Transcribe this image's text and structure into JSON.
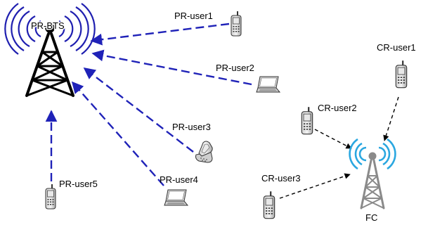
{
  "labels": {
    "pr_bts": "PR-BTS",
    "fc": "FC",
    "pr_user1": "PR-user1",
    "pr_user2": "PR-user2",
    "pr_user3": "PR-user3",
    "pr_user4": "PR-user4",
    "pr_user5": "PR-user5",
    "cr_user1": "CR-user1",
    "cr_user2": "CR-user2",
    "cr_user3": "CR-user3"
  },
  "colors": {
    "pr_link": "#1f22b8",
    "cr_link": "#000000",
    "pr_tower": "#000000",
    "pr_waves": "#1f1fb0",
    "fc_tower": "#8a8a8a",
    "fc_waves": "#2aa7e0"
  },
  "icons": {
    "pr_bts": "radio-tower-icon",
    "fc": "radio-tower-icon",
    "pr_user1": "mobile-phone-icon",
    "pr_user2": "laptop-icon",
    "pr_user3": "flip-phone-icon",
    "pr_user4": "laptop-icon",
    "pr_user5": "mobile-phone-icon",
    "cr_user1": "mobile-phone-icon",
    "cr_user2": "mobile-phone-icon",
    "cr_user3": "mobile-phone-icon"
  }
}
